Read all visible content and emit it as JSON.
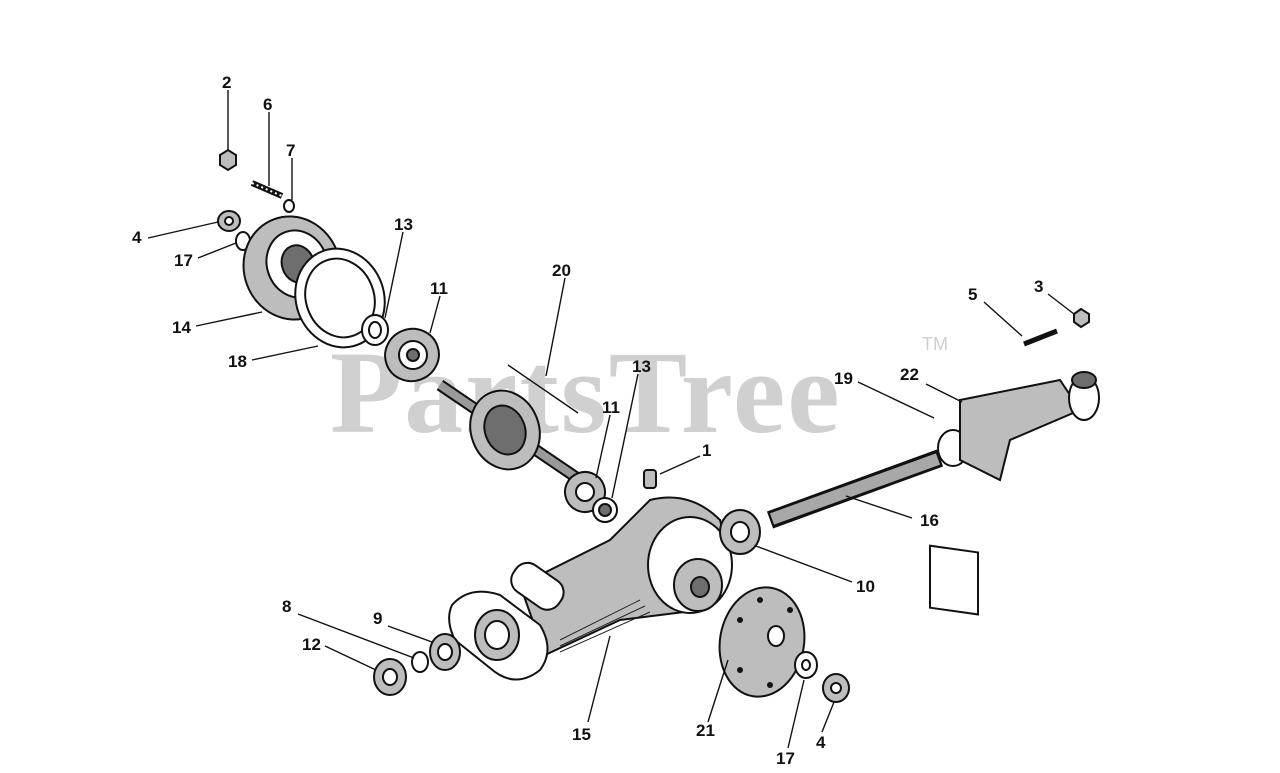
{
  "watermark": {
    "text": "PartsTree",
    "trademark": "TM"
  },
  "callouts": [
    {
      "id": "c2",
      "label": "2"
    },
    {
      "id": "c6",
      "label": "6"
    },
    {
      "id": "c7",
      "label": "7"
    },
    {
      "id": "c4a",
      "label": "4"
    },
    {
      "id": "c17a",
      "label": "17"
    },
    {
      "id": "c13a",
      "label": "13"
    },
    {
      "id": "c11a",
      "label": "11"
    },
    {
      "id": "c20",
      "label": "20"
    },
    {
      "id": "c14",
      "label": "14"
    },
    {
      "id": "c18",
      "label": "18"
    },
    {
      "id": "c13b",
      "label": "13"
    },
    {
      "id": "c11b",
      "label": "11"
    },
    {
      "id": "c1",
      "label": "1"
    },
    {
      "id": "c5",
      "label": "5"
    },
    {
      "id": "c3",
      "label": "3"
    },
    {
      "id": "c19",
      "label": "19"
    },
    {
      "id": "c22",
      "label": "22"
    },
    {
      "id": "c16",
      "label": "16"
    },
    {
      "id": "c10",
      "label": "10"
    },
    {
      "id": "c8",
      "label": "8"
    },
    {
      "id": "c9",
      "label": "9"
    },
    {
      "id": "c12",
      "label": "12"
    },
    {
      "id": "c15",
      "label": "15"
    },
    {
      "id": "c21",
      "label": "21"
    },
    {
      "id": "c17b",
      "label": "17"
    },
    {
      "id": "c4b",
      "label": "4"
    }
  ]
}
